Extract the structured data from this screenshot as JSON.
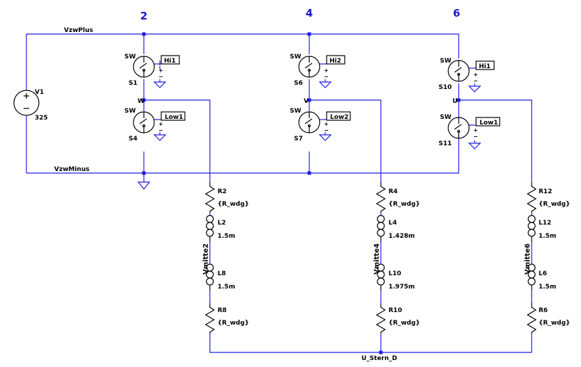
{
  "section_numbers": [
    "2",
    "4",
    "6"
  ],
  "nets": {
    "plus": "VzwPlus",
    "minus": "VzwMinus",
    "w": "W",
    "v": "V",
    "u": "U",
    "star": "U_Stern_D",
    "mid2": "Vmitte2",
    "mid4": "Vmitte4",
    "mid6": "Vmitte6"
  },
  "source": {
    "name": "V1",
    "value": "325"
  },
  "switches": [
    {
      "type": "SW",
      "name": "S1",
      "control": "Hi1"
    },
    {
      "type": "SW",
      "name": "S4",
      "control": "Low1"
    },
    {
      "type": "SW",
      "name": "S6",
      "control": "Hi2"
    },
    {
      "type": "SW",
      "name": "S7",
      "control": "Low2"
    },
    {
      "type": "SW",
      "name": "S10",
      "control": "Hi1"
    },
    {
      "type": "SW",
      "name": "S11",
      "control": "Low1"
    }
  ],
  "resistors": [
    {
      "name": "R2",
      "value": "{R_wdg}"
    },
    {
      "name": "R8",
      "value": "{R_wdg}"
    },
    {
      "name": "R4",
      "value": "{R_wdg}"
    },
    {
      "name": "R10",
      "value": "{R_wdg}"
    },
    {
      "name": "R12",
      "value": "{R_wdg}"
    },
    {
      "name": "R6",
      "value": "{R_wdg}"
    }
  ],
  "inductors": [
    {
      "name": "L2",
      "value": "1.5m"
    },
    {
      "name": "L8",
      "value": "1.5m"
    },
    {
      "name": "L4",
      "value": "1.428m"
    },
    {
      "name": "L10",
      "value": "1.975m"
    },
    {
      "name": "L12",
      "value": "1.5m"
    },
    {
      "name": "L6",
      "value": "1.5m"
    }
  ],
  "colors": {
    "wire": "#1e1ee0",
    "component": "#000000",
    "section_number": "#1919c8",
    "background": "#ffffff"
  }
}
